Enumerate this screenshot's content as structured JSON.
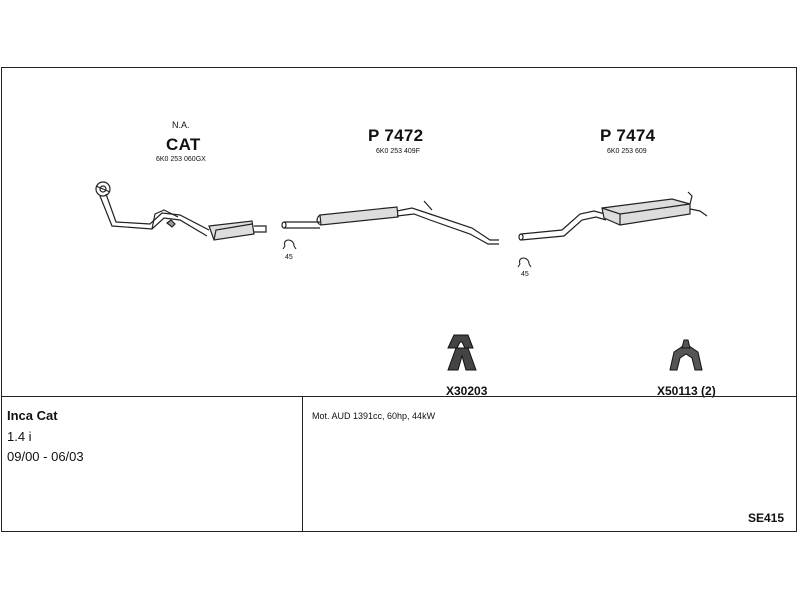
{
  "parts": {
    "cat": {
      "note": "N.A.",
      "name": "CAT",
      "oem": "6K0 253 060GX"
    },
    "middle": {
      "name": "P 7472",
      "oem": "6K0 253 409F",
      "clamp_size": "45"
    },
    "rear": {
      "name": "P 7474",
      "oem": "6K0 253 609",
      "clamp_size": "45"
    }
  },
  "accessories": [
    {
      "code": "X30203"
    },
    {
      "code": "X50113 (2)"
    }
  ],
  "vehicle": {
    "model": "Inca Cat",
    "engine": "1.4 i",
    "years": "09/00 - 06/03"
  },
  "engine_info": "Mot. AUD 1391cc, 60hp, 44kW",
  "system_code": "SE415"
}
